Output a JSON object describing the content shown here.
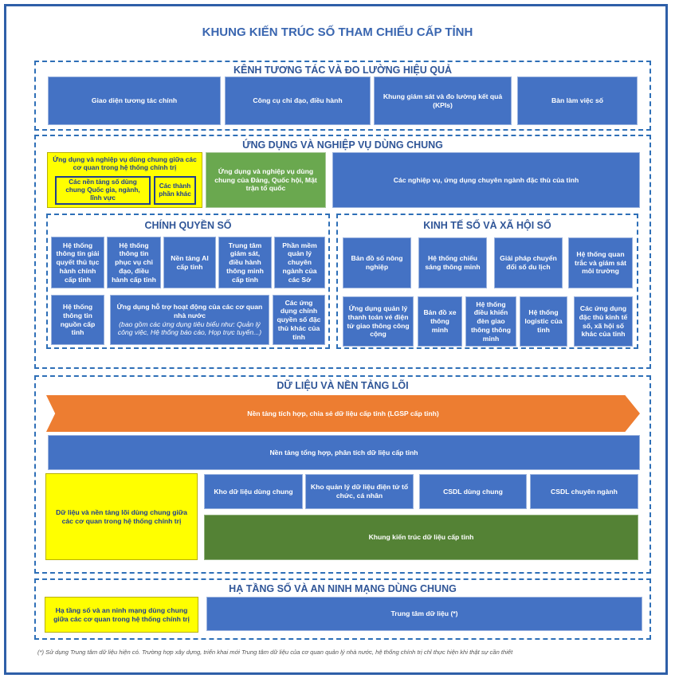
{
  "title": "KHUNG KIẾN TRÚC SỐ THAM CHIẾU CẤP TỈNH",
  "kenh": {
    "title": "KÊNH TƯƠNG TÁC VÀ ĐO LƯỜNG HIỆU QUẢ",
    "items": [
      "Giao diện tương tác chính",
      "Công cụ chỉ đạo, điều hành",
      "Khung giám sát và đo lường kết quả (KPIs)",
      "Bàn làm việc số"
    ]
  },
  "ungdung": {
    "title": "ỨNG DỤNG VÀ NGHIỆP VỤ DÙNG CHUNG",
    "chung_giua_co_quan": "Ứng dụng và nghiệp vụ dùng chung giữa các cơ quan trong hệ thống chính trị",
    "nen_tang_qg": "Các nền tảng số dùng chung Quốc gia, ngành, lĩnh vực",
    "thanh_phan_khac": "Các thành phần khác",
    "dang": "Ứng dụng và nghiệp vụ dùng chung của Đảng, Quốc hội, Mặt trận tổ quốc",
    "dac_thu": "Các nghiệp vụ, ứng dụng chuyên ngành đặc thù của tỉnh",
    "chinh_quyen": {
      "title": "CHÍNH QUYỀN SỐ",
      "row1": [
        "Hệ thống thông tin giải quyết thủ tục hành chính cấp tỉnh",
        "Hệ thống thông tin phục vụ chỉ đạo, điều hành cấp tỉnh",
        "Nền tảng AI cấp tỉnh",
        "Trung tâm giám sát, điều hành thông minh cấp tỉnh",
        "Phần mềm quản lý chuyên ngành của các Sở"
      ],
      "ttnc": "Hệ thống thông tin nguồn cấp tỉnh",
      "hotro_main": "Ứng dụng hỗ trợ hoạt động của các cơ quan nhà nước",
      "hotro_note": "(bao gồm các ứng dụng tiêu biểu như: Quản lý công việc, Hệ thống báo cáo, Họp trực tuyến...)",
      "dacthu": "Các ứng dụng chính quyền số đặc thù khác của tỉnh"
    },
    "kinh_te": {
      "title": "KINH TẾ SỐ VÀ XÃ HỘI SỐ",
      "row1": [
        "Bản đồ số nông nghiệp",
        "Hệ thống chiếu sáng thông minh",
        "Giải pháp chuyển đổi số du lịch",
        "Hệ thống quan trắc và giám sát môi trường"
      ],
      "row2": [
        "Ứng dụng quản lý thanh toán vé điện tử giao thông công cộng",
        "Bản đồ xe thông minh",
        "Hệ thống điều khiển đèn giao thông thông minh",
        "Hệ thống logistic của tỉnh",
        "Các ứng dụng đặc thù kinh tế số, xã hội số khác của tỉnh"
      ]
    }
  },
  "dulieu": {
    "title": "DỮ LIỆU VÀ NỀN TẢNG LÕI",
    "lgsp": "Nền tảng tích hợp, chia sẻ dữ liệu cấp tỉnh (LGSP cấp tỉnh)",
    "tonghop": "Nền tảng tổng hợp, phân tích dữ liệu cấp tỉnh",
    "chung": "Dữ liệu và nền tảng lõi dùng chung giữa các cơ quan trong hệ thống chính trị",
    "items": [
      "Kho dữ liệu dùng chung",
      "Kho quản lý dữ liệu điện tử tổ chức, cá nhân",
      "CSDL dùng chung",
      "CSDL chuyên ngành"
    ],
    "khung": "Khung kiến trúc dữ liệu cấp tỉnh"
  },
  "hatang": {
    "title": "HẠ TẦNG SỐ VÀ AN NINH MẠNG DÙNG CHUNG",
    "chung": "Hạ tầng số và an ninh mạng dùng chung giữa các cơ quan trong hệ thống chính trị",
    "trungtam": "Trung tâm dữ liệu (*)"
  },
  "note": "(*) Sử dụng Trung tâm dữ liệu hiện có. Trường hợp xây dựng, triển khai mới Trung tâm dữ liệu của cơ quan quản lý nhà nước, hệ thống chính trị chỉ thực hiện khi thật sự cần thiết"
}
